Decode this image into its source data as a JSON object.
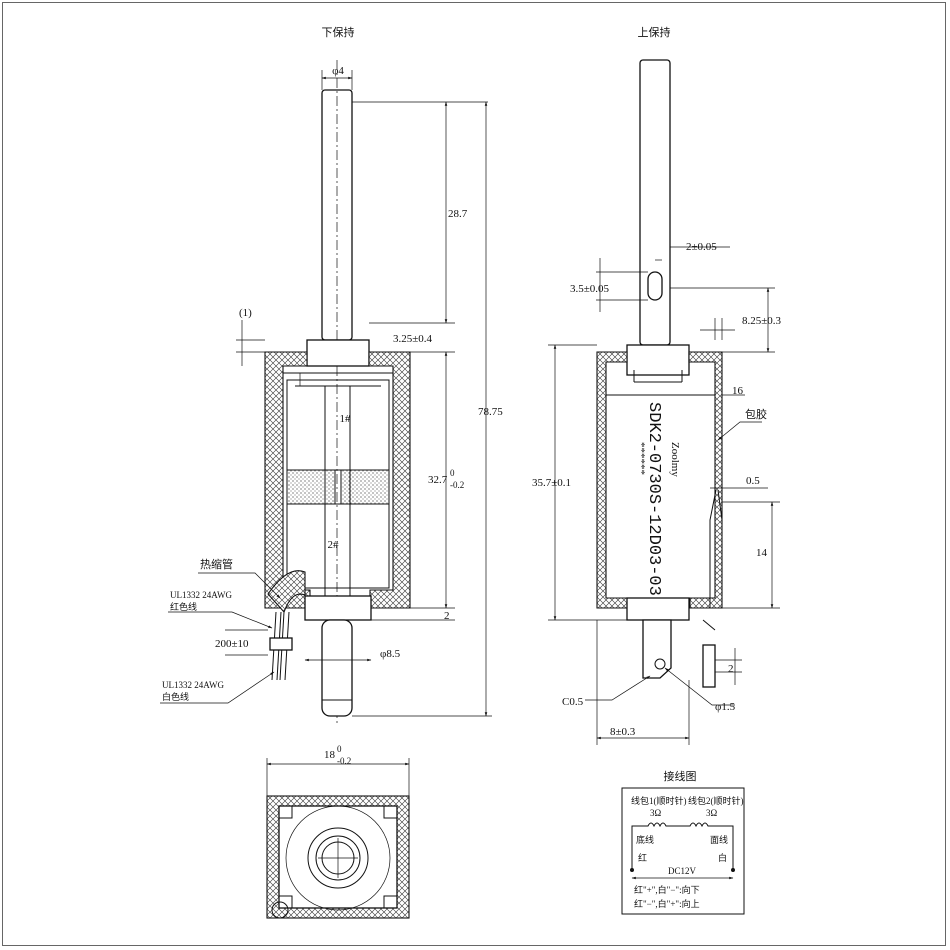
{
  "views": {
    "left_title": "下保持",
    "right_title": "上保持",
    "wiring_title": "接线图"
  },
  "left_view": {
    "dia_shaft": "φ4",
    "len_shaft": "28.7",
    "gap_1": "(1)",
    "stroke": "3.25±0.4",
    "total": "78.75",
    "body_main": "32.7",
    "body_tol_top": "0",
    "body_tol_bot": "-0.2",
    "coil1": "1#",
    "coil2": "2#",
    "heat_shrink": "热缩管",
    "wire1_spec": "UL1332 24AWG",
    "wire1_color": "红色线",
    "lead_len": "200±10",
    "dia_bottom": "φ8.5",
    "bottom_2": "2",
    "wire2_spec": "UL1332 24AWG",
    "wire2_color": "白色线"
  },
  "right_view": {
    "slot_w": "2±0.05",
    "slot_h": "3.5±0.05",
    "slot_pos": "8.25±0.3",
    "frame_16": "16",
    "wrap": "包胶",
    "height": "35.7±0.1",
    "gap_05": "0.5",
    "len_14": "14",
    "brand": "Zoolmy",
    "model": "SDK2-0730S-12D03-03",
    "stars": "******",
    "chamfer": "C0.5",
    "hole": "φ1.5",
    "tab_2": "2",
    "width_8": "8±0.3"
  },
  "bottom_view": {
    "width": "18",
    "tol_top": "0",
    "tol_bot": "-0.2"
  },
  "wiring": {
    "coil1": "线包1(顺时针)",
    "coil1_r": "3Ω",
    "coil2": "线包2(顺时针)",
    "coil2_r": "3Ω",
    "bottom_wire": "底线",
    "top_wire": "面线",
    "red": "红",
    "white": "白",
    "voltage": "DC12V",
    "rule1": "红\"+\",白\"−\":向下",
    "rule2": "红\"−\",白\"+\":向上"
  },
  "colors": {
    "line": "#111111",
    "background": "#ffffff",
    "frame": "#666666"
  }
}
